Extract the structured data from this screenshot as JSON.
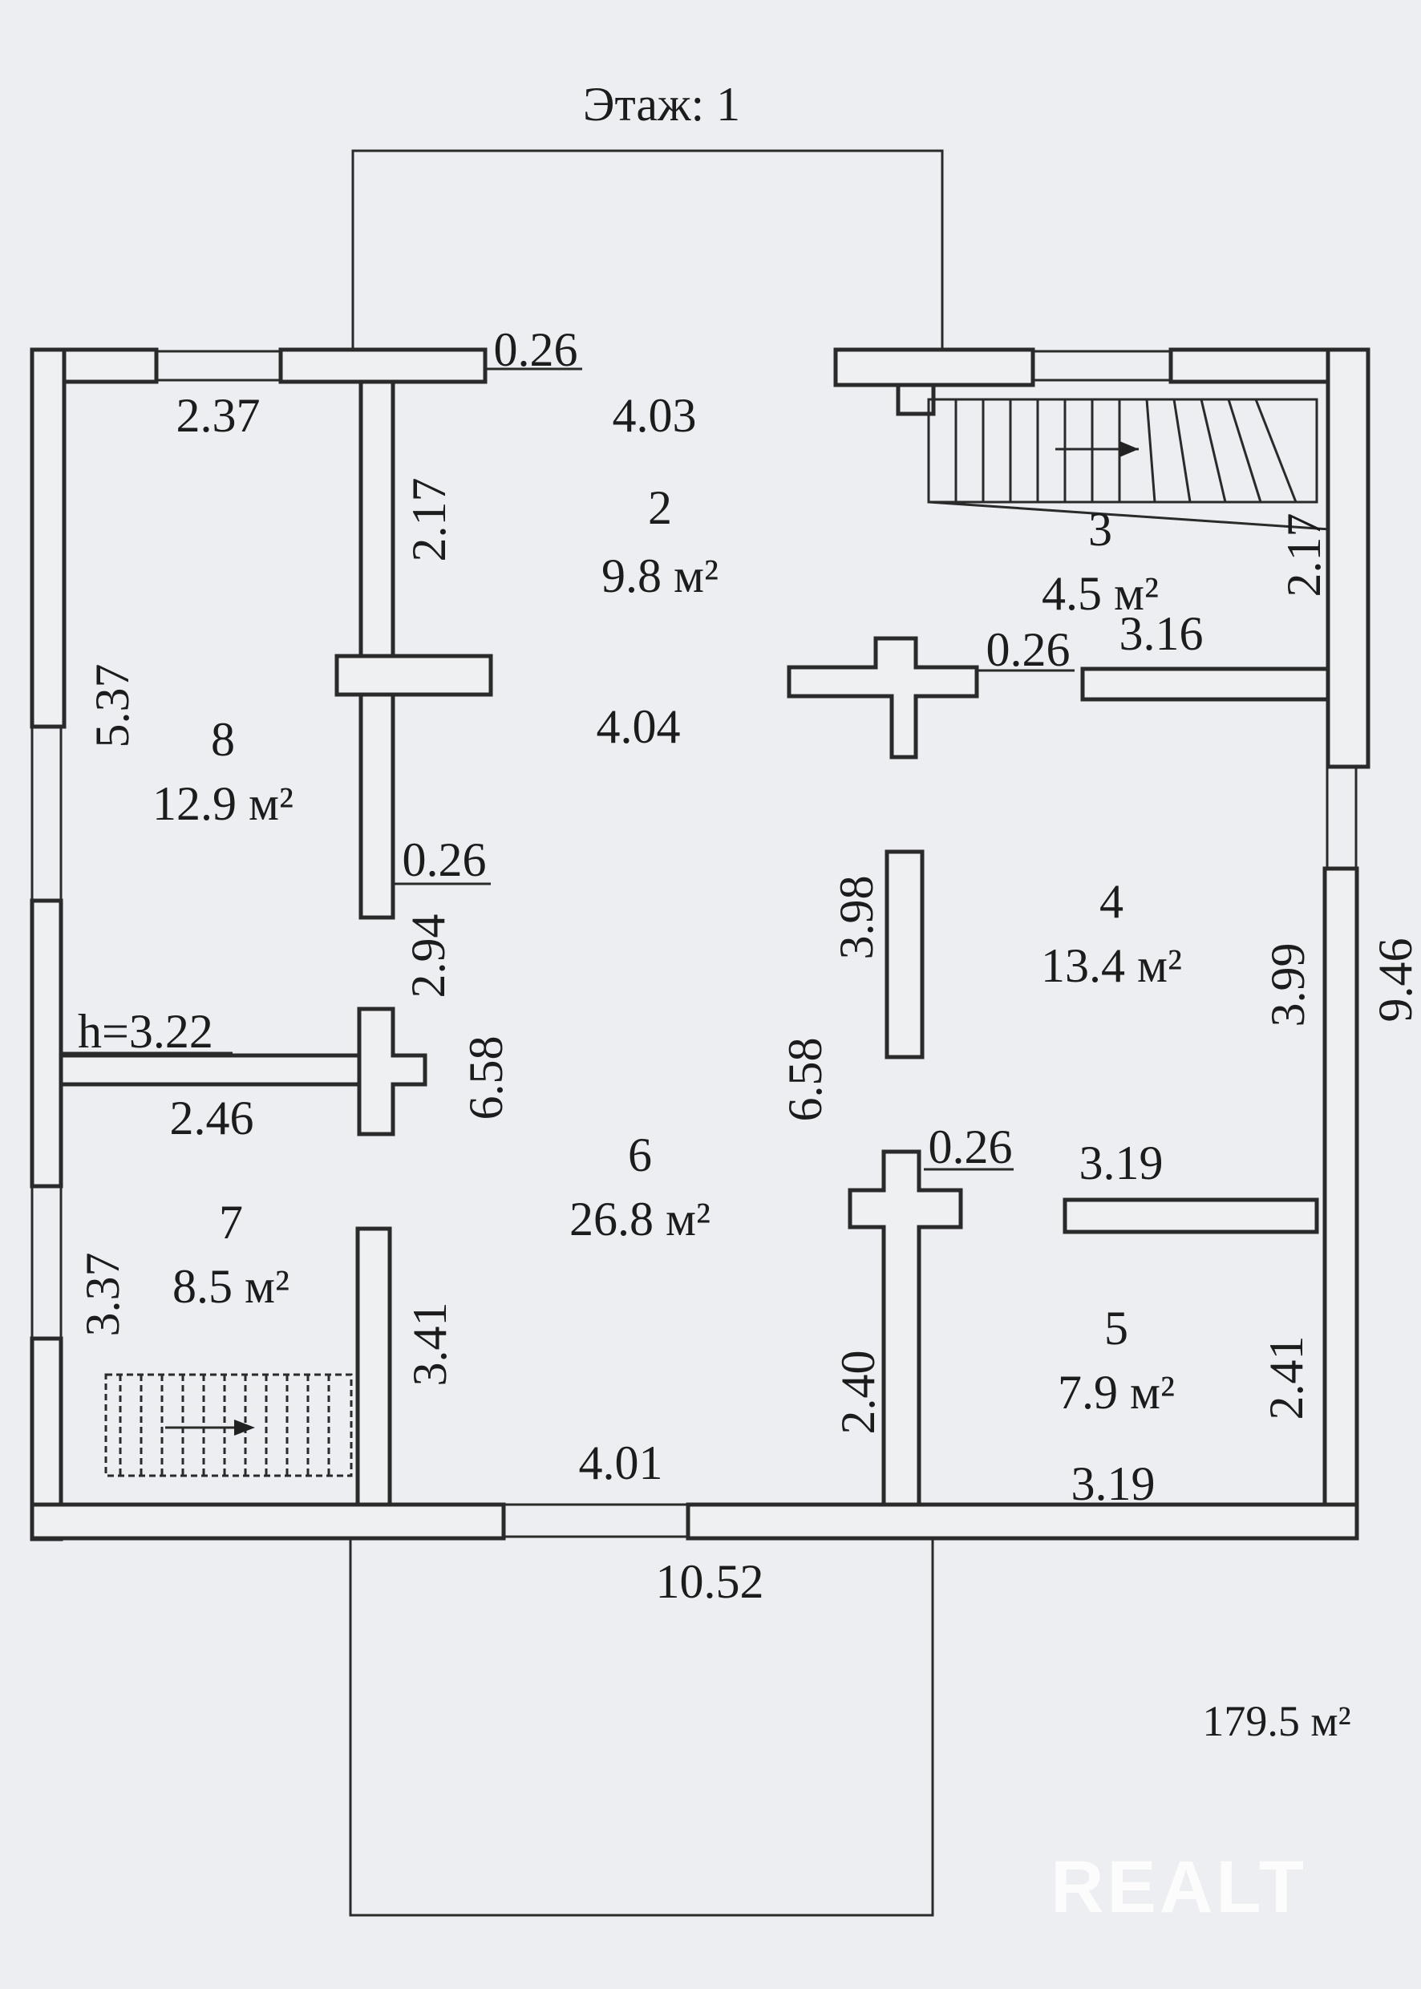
{
  "plan": {
    "title": "Этаж: 1",
    "total_area": "179.5 м²",
    "ceiling_height": "h=3.22",
    "watermark": "REALT"
  },
  "rooms": [
    {
      "number": "2",
      "area": "9.8 м²"
    },
    {
      "number": "3",
      "area": "4.5 м²"
    },
    {
      "number": "4",
      "area": "13.4 м²"
    },
    {
      "number": "5",
      "area": "7.9 м²"
    },
    {
      "number": "6",
      "area": "26.8 м²"
    },
    {
      "number": "7",
      "area": "8.5 м²"
    },
    {
      "number": "8",
      "area": "12.9 м²"
    }
  ],
  "dimensions": {
    "wall_thickness": "0.26",
    "room8_width": "2.37",
    "room8_length": "5.37",
    "room2_top": "4.03",
    "room2_upper_side": "2.17",
    "room2_bottom": "4.04",
    "room3_side": "2.17",
    "room3_width": "3.16",
    "room4_inner": "3.98",
    "room4_side": "3.99",
    "total_depth": "9.46",
    "corridor_upper": "2.94",
    "room7_top": "2.46",
    "hall_left": "6.58",
    "hall_right": "6.58",
    "room7_side": "3.37",
    "room7_inner": "3.41",
    "room5_top": "3.19",
    "room5_bottom": "3.19",
    "room5_left": "2.40",
    "room5_right": "2.41",
    "hall_bottom": "4.01",
    "total_width": "10.52"
  }
}
